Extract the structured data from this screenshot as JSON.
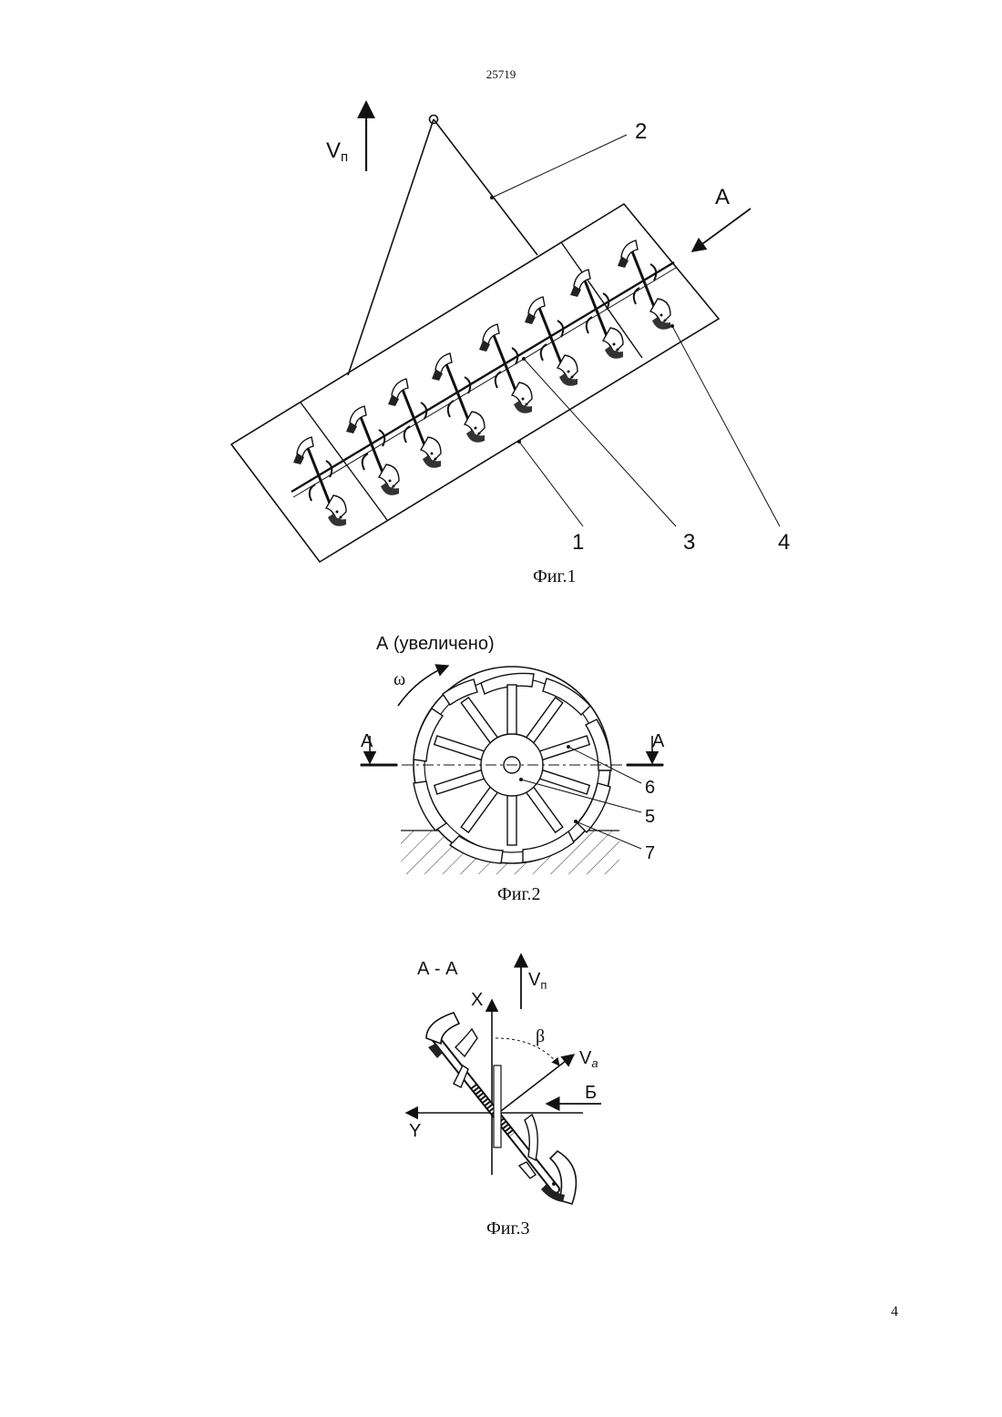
{
  "header": {
    "document_number": "25719"
  },
  "footer": {
    "page_number": "4"
  },
  "fig1": {
    "caption": "Фиг.1",
    "velocity_label": "V",
    "velocity_sub": "п",
    "view_label": "А",
    "callouts": [
      "1",
      "2",
      "3",
      "4"
    ]
  },
  "fig2": {
    "caption": "Фиг.2",
    "title": "А (увеличено)",
    "omega_label": "ω",
    "section_mark_left": "А",
    "section_mark_right": "А",
    "callouts": [
      "6",
      "5",
      "7"
    ]
  },
  "fig3": {
    "caption": "Фиг.3",
    "title": "А - А",
    "velocity_label": "V",
    "velocity_sub": "п",
    "axis_x": "X",
    "axis_y": "Y",
    "angle_label": "β",
    "va_label": "V",
    "va_sub": "a",
    "b_label": "Б"
  }
}
